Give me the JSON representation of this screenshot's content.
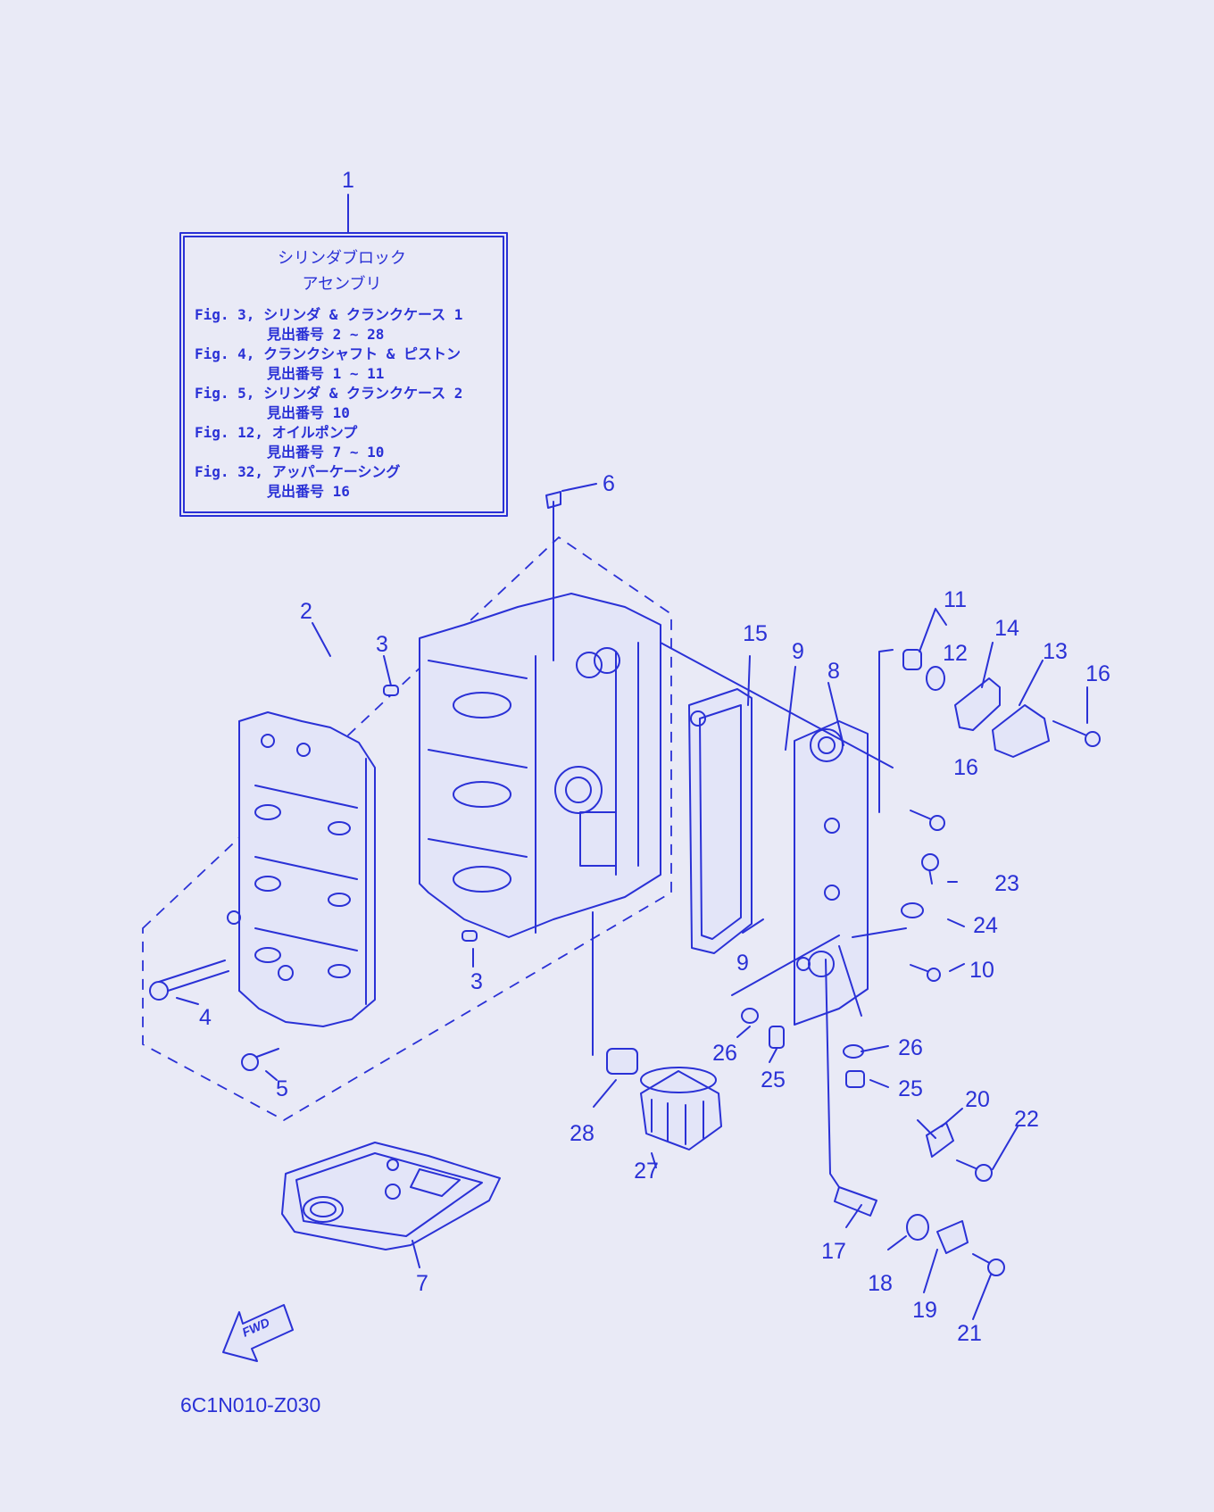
{
  "box": {
    "title_line1": "シリンダブロック",
    "title_line2": "アセンブリ",
    "lines": [
      "Fig. 3, シリンダ & クランクケース 1",
      "見出番号 2 ~ 28",
      "Fig. 4, クランクシャフト & ピストン",
      "見出番号 1 ~ 11",
      "Fig. 5, シリンダ & クランクケース 2",
      "見出番号 10",
      "Fig. 12, オイルポンプ",
      "見出番号 7 ~ 10",
      "Fig. 32, アッパーケーシング",
      "見出番号 16"
    ]
  },
  "callouts": {
    "c1": "1",
    "c2": "2",
    "c3a": "3",
    "c3b": "3",
    "c4": "4",
    "c5": "5",
    "c6": "6",
    "c7": "7",
    "c8": "8",
    "c9a": "9",
    "c9b": "9",
    "c10": "10",
    "c11": "11",
    "c12": "12",
    "c13": "13",
    "c14": "14",
    "c15": "15",
    "c16a": "16",
    "c16b": "16",
    "c17": "17",
    "c18": "18",
    "c19": "19",
    "c20": "20",
    "c21": "21",
    "c22": "22",
    "c23": "23",
    "c24": "24",
    "c25a": "25",
    "c25b": "25",
    "c26a": "26",
    "c26b": "26",
    "c27": "27",
    "c28": "28"
  },
  "fwd_label": "FWD",
  "diagram_code": "6C1N010-Z030",
  "colors": {
    "line": "#2a31d6",
    "background": "#e9eaf6"
  }
}
